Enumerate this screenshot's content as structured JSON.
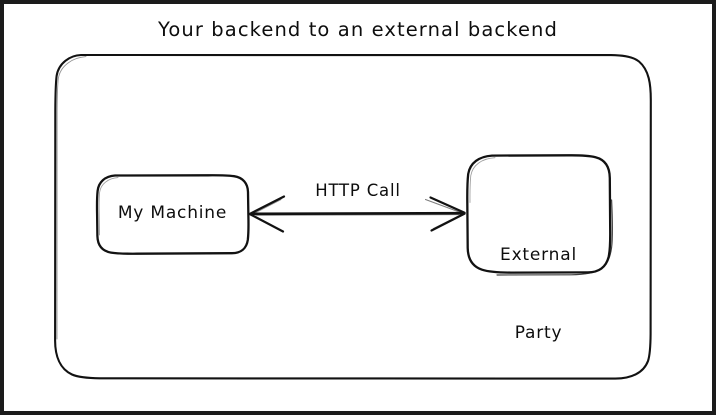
{
  "diagram": {
    "title": "Your backend to an external backend",
    "style": "hand-drawn-sketch",
    "background_color": "#ffffff",
    "stroke_color": "#121212",
    "frame_color": "#1b1b1b",
    "container": {
      "name": "outer-boundary",
      "label": "",
      "shape": "rounded-rectangle"
    },
    "nodes": [
      {
        "id": "my-machine",
        "label": "My Machine",
        "lines": [
          "My Machine"
        ],
        "shape": "rounded-rectangle"
      },
      {
        "id": "external-party",
        "label": "External Party",
        "lines": [
          "External",
          "Party"
        ],
        "shape": "rounded-rectangle"
      }
    ],
    "edges": [
      {
        "id": "http-call",
        "label": "HTTP Call",
        "from": "my-machine",
        "to": "external-party",
        "direction": "bidirectional",
        "arrowhead": "open"
      }
    ]
  }
}
